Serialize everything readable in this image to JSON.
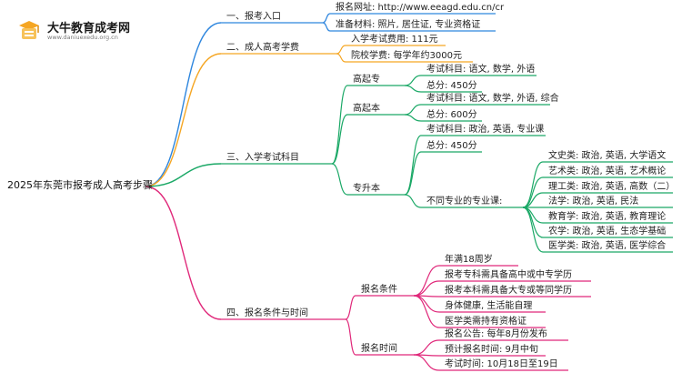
{
  "logo": {
    "title": "大牛教育成考网",
    "subtitle": "www.daniuexedu.org.cn"
  },
  "root": "2025年东莞市报考成人高考步骤",
  "colors": {
    "blue": "#2e86de",
    "orange": "#f5a623",
    "green": "#1aa866",
    "magenta": "#e0287a"
  },
  "branches": [
    {
      "label": "一、报考入口",
      "items": [
        "报名网址: http://www.eeagd.edu.cn/cr",
        "准备材料: 照片, 居住证, 专业资格证"
      ]
    },
    {
      "label": "二、成人高考学费",
      "items": [
        "入学考试费用: 111元",
        "院校学费: 每学年约3000元"
      ]
    },
    {
      "label": "三、入学考试科目",
      "groups": [
        {
          "label": "高起专",
          "items": [
            "考试科目: 语文, 数学, 外语",
            "总分: 450分"
          ]
        },
        {
          "label": "高起本",
          "items": [
            "考试科目: 语文, 数学, 外语, 综合",
            "总分: 600分"
          ]
        },
        {
          "label": "专升本",
          "items": [
            "考试科目: 政治, 英语, 专业课",
            "总分: 450分"
          ],
          "sub": {
            "label": "不同专业的专业课:",
            "items": [
              "文史类: 政治, 英语, 大学语文",
              "艺术类: 政治, 英语, 艺术概论",
              "理工类: 政治, 英语, 高数（二）",
              "法学: 政治, 英语, 民法",
              "教育学: 政治, 英语, 教育理论",
              "农学: 政治, 英语, 生态学基础",
              "医学类: 政治, 英语, 医学综合"
            ]
          }
        }
      ]
    },
    {
      "label": "四、报名条件与时间",
      "groups": [
        {
          "label": "报名条件",
          "items": [
            "年满18周岁",
            "报考专科需具备高中或中专学历",
            "报考本科需具备大专或等同学历",
            "身体健康, 生活能自理",
            "医学类需持有资格证"
          ]
        },
        {
          "label": "报名时间",
          "items": [
            "报名公告: 每年8月份发布",
            "预计报名时间: 9月中旬",
            "考试时间: 10月18日至19日"
          ]
        }
      ]
    }
  ]
}
